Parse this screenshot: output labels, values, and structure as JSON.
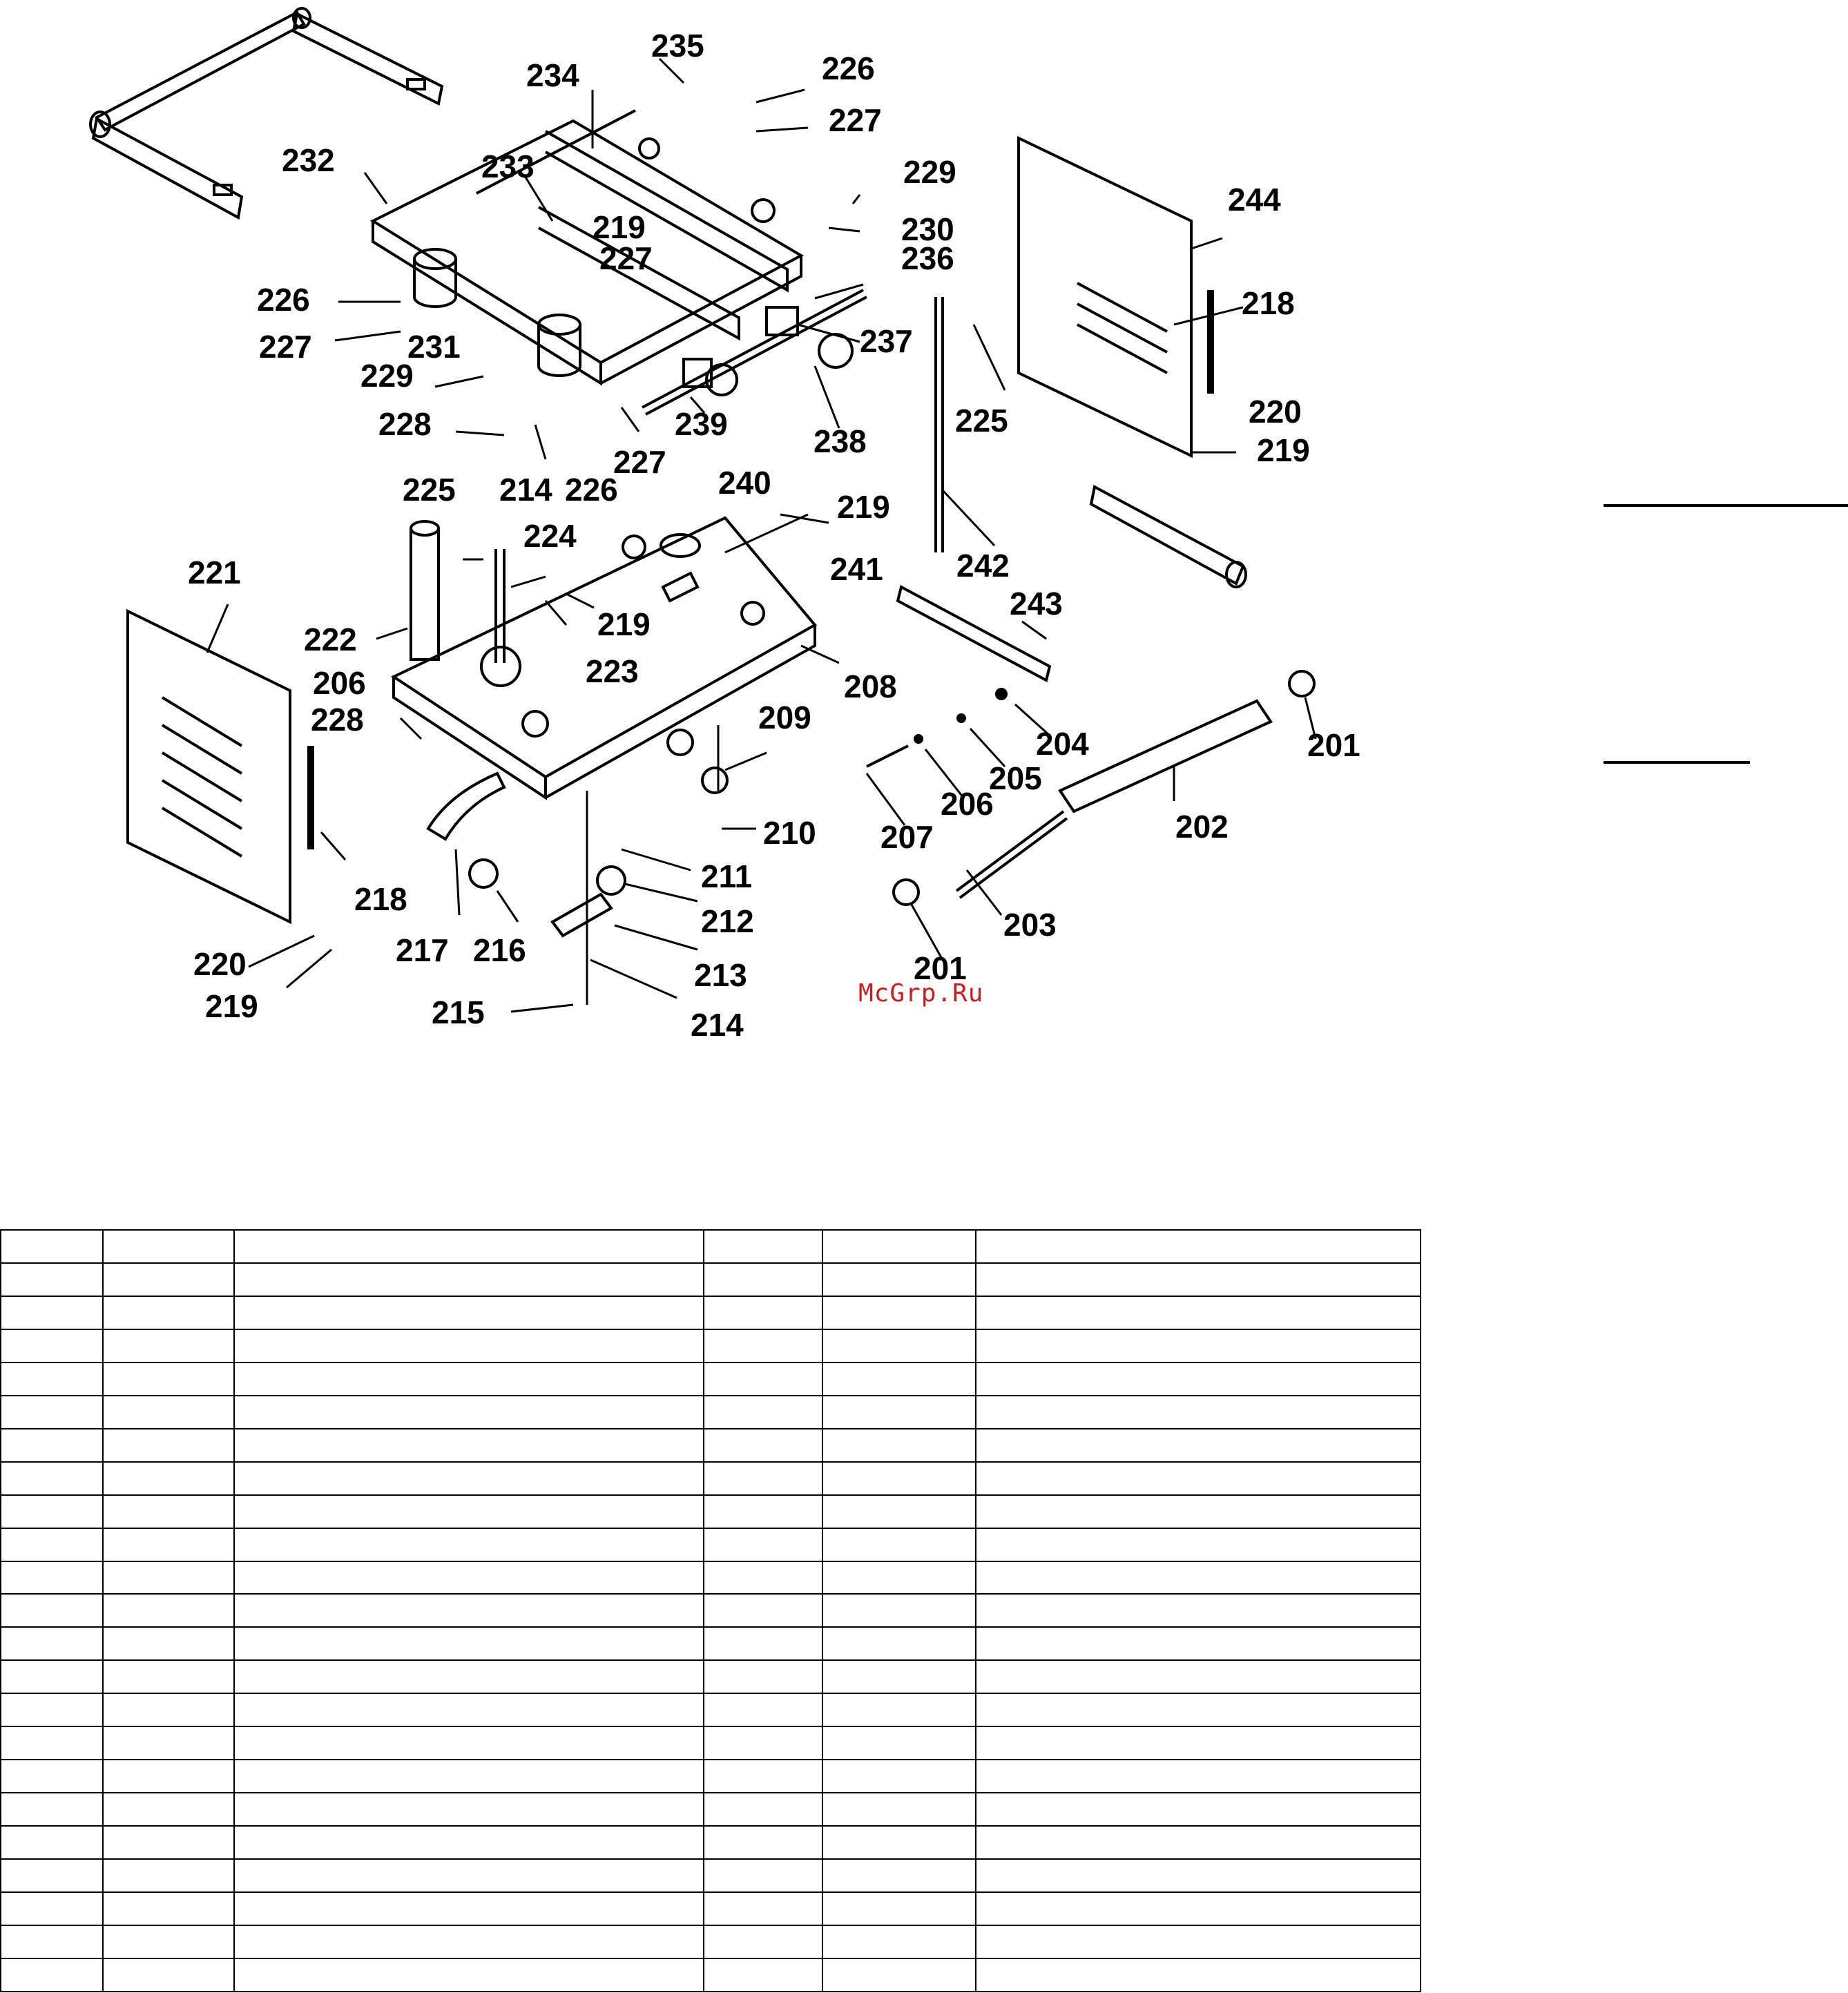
{
  "diagram": {
    "callouts": [
      "235",
      "234",
      "226",
      "227",
      "232",
      "233",
      "229",
      "219",
      "230",
      "244",
      "227",
      "236",
      "218",
      "226",
      "227",
      "231",
      "237",
      "229",
      "225",
      "220",
      "219",
      "239",
      "228",
      "238",
      "214",
      "226",
      "227",
      "225",
      "240",
      "224",
      "219",
      "221",
      "241",
      "242",
      "219",
      "243",
      "222",
      "223",
      "208",
      "206",
      "228",
      "209",
      "201",
      "204",
      "205",
      "202",
      "206",
      "210",
      "207",
      "218",
      "211",
      "212",
      "203",
      "217",
      "216",
      "213",
      "220",
      "201",
      "219",
      "215",
      "214"
    ]
  },
  "watermark": "McGrp.Ru",
  "parts_table": {
    "row_count": 23,
    "column_count": 6
  }
}
